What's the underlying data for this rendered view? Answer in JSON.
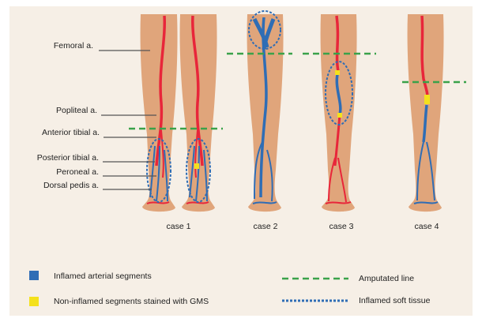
{
  "labels": {
    "femoral": "Femoral a.",
    "popliteal": "Popliteal a.",
    "anterior_tibial": "Anterior tibial a.",
    "posterior_tibial": "Posterior tibial a.",
    "peroneal": "Peroneal a.",
    "dorsal_pedis": "Dorsal pedis a."
  },
  "cases": [
    "case 1",
    "case 2",
    "case 3",
    "case 4"
  ],
  "legend": {
    "inflamed_arterial": "Inflamed arterial segments",
    "non_inflamed_gms": "Non-inflamed segments stained with GMS",
    "amputated_line": "Amputated line",
    "inflamed_soft_tissue": "Inflamed soft tissue"
  },
  "colors": {
    "skin": "#e0a57b",
    "artery_red": "#e8263a",
    "inflamed_blue": "#2f6db5",
    "gms_yellow": "#f4e11c",
    "amputation_green": "#3aa24a",
    "background": "#f6efe6"
  }
}
